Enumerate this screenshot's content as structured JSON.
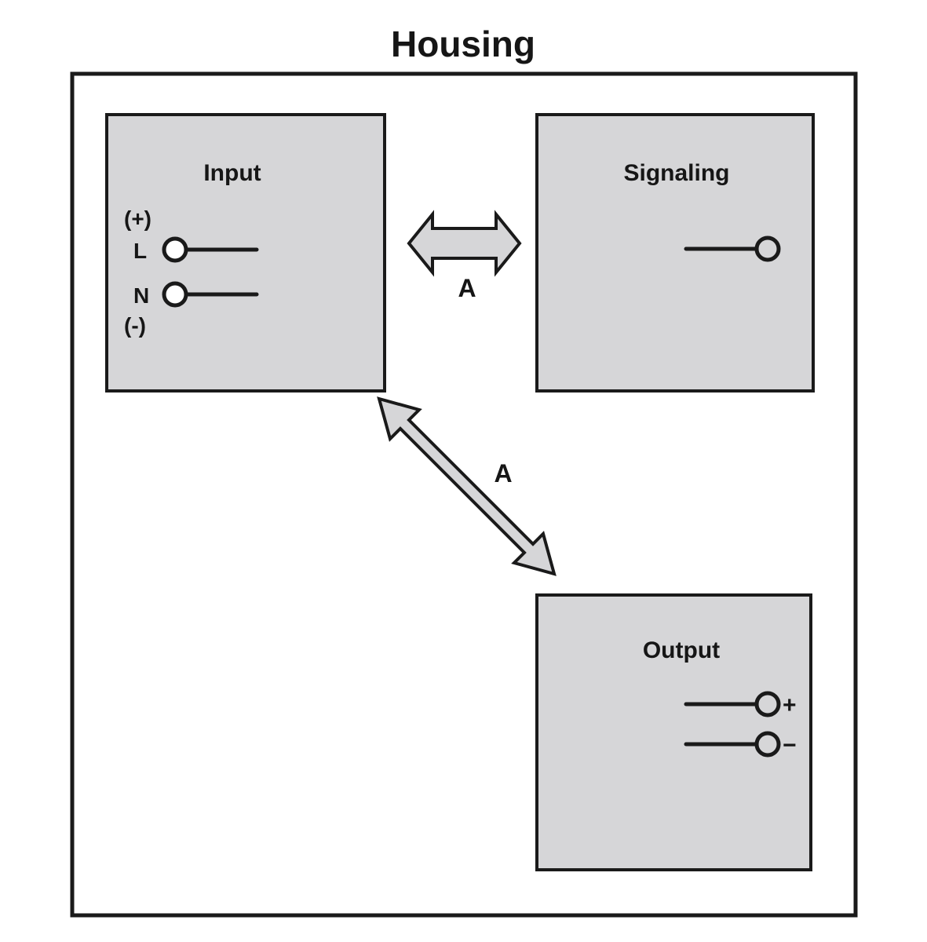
{
  "diagram": {
    "title": "Housing",
    "housing_label": "Housing",
    "fill_color": "#d6d6d8",
    "stroke_color": "#1a1a1a",
    "background_color": "#ffffff",
    "blocks": [
      {
        "id": "input",
        "title": "Input",
        "terminals": [
          {
            "label": "L",
            "marker": "(+)"
          },
          {
            "label": "N",
            "marker": "(-)"
          }
        ],
        "polarity_top": "(+)",
        "polarity_bottom": "(-)"
      },
      {
        "id": "signaling",
        "title": "Signaling",
        "terminals": [
          {
            "label": ""
          }
        ]
      },
      {
        "id": "output",
        "title": "Output",
        "terminals": [
          {
            "label": "+"
          },
          {
            "label": "−"
          }
        ]
      }
    ],
    "arrows": [
      {
        "id": "arrow-horizontal",
        "label": "A",
        "orientation": "horizontal",
        "double_headed": true
      },
      {
        "id": "arrow-diagonal",
        "label": "A",
        "orientation": "diagonal",
        "double_headed": true
      }
    ]
  }
}
